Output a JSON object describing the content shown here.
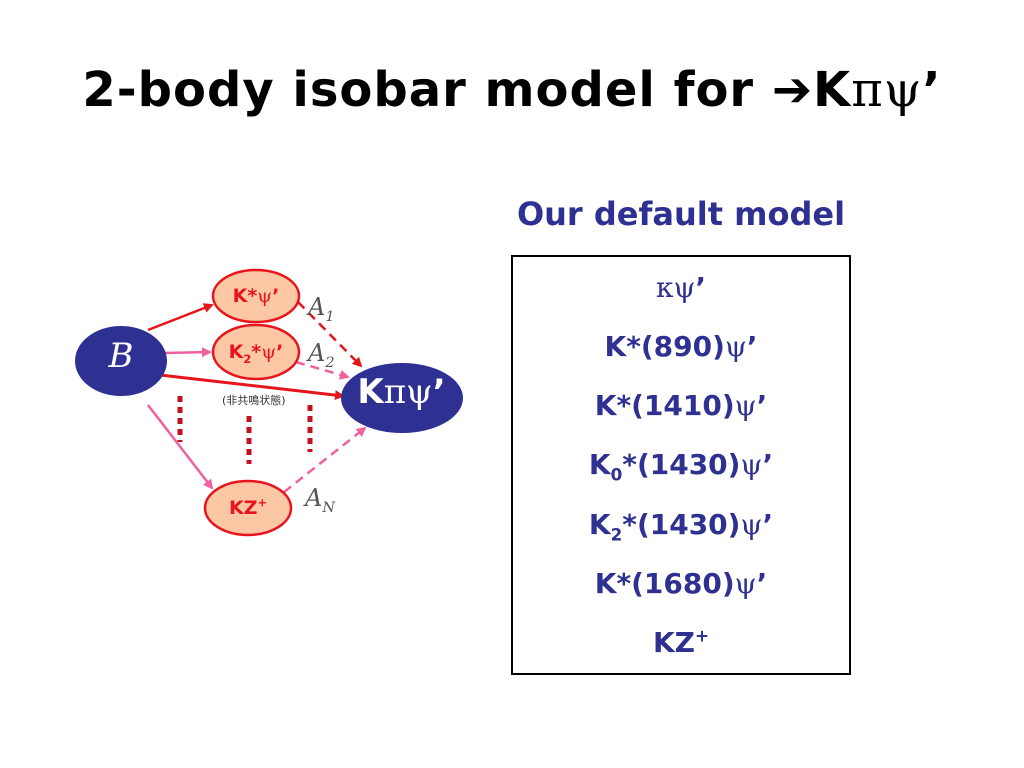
{
  "title": {
    "text": "2-body isobar model for ",
    "arrow": "➔",
    "tail_k": "K",
    "tail_greek": "πψ",
    "tail_prime": "’"
  },
  "subtitle": "Our default model",
  "models": [
    {
      "pre": "",
      "sub": "",
      "mid": "",
      "greek": "κψ",
      "post": "’"
    },
    {
      "pre": "K",
      "sub": "",
      "mid": "*(890)",
      "greek": "ψ",
      "post": "’"
    },
    {
      "pre": "K",
      "sub": "",
      "mid": "*(1410)",
      "greek": "ψ",
      "post": "’"
    },
    {
      "pre": "K",
      "sub": "0",
      "mid": "*(1430)",
      "greek": "ψ",
      "post": "’"
    },
    {
      "pre": "K",
      "sub": "2",
      "mid": "*(1430)",
      "greek": "ψ",
      "post": "’"
    },
    {
      "pre": "K",
      "sub": "",
      "mid": "*(1680)",
      "greek": "ψ",
      "post": "’"
    },
    {
      "pre": "KZ",
      "sub": "",
      "mid": "",
      "greek": "",
      "post": "",
      "sup": "+"
    }
  ],
  "diagram": {
    "b_label": "B",
    "kstar_node": {
      "a": "K*",
      "greek": "ψ",
      "b": "’"
    },
    "k2star_node": {
      "a": "K",
      "sub": "2",
      "b": "*",
      "greek": "ψ",
      "c": "’"
    },
    "kz_node": {
      "a": "KZ",
      "sup": "+"
    },
    "final_node": {
      "a": "K",
      "greek": "πψ",
      "b": "’"
    },
    "amplitudes": [
      {
        "letter": "A",
        "sub": "1"
      },
      {
        "letter": "A",
        "sub": "2"
      },
      {
        "letter": "A",
        "sub": "N"
      }
    ],
    "nonres_note": "(非共鳴状態)"
  },
  "colors": {
    "title": "#000000",
    "accent_blue": "#2e3192",
    "red": "#e8141b",
    "pink": "#f0609e",
    "node_fill": "#fbc7a4",
    "b_fill": "#2e3192"
  }
}
